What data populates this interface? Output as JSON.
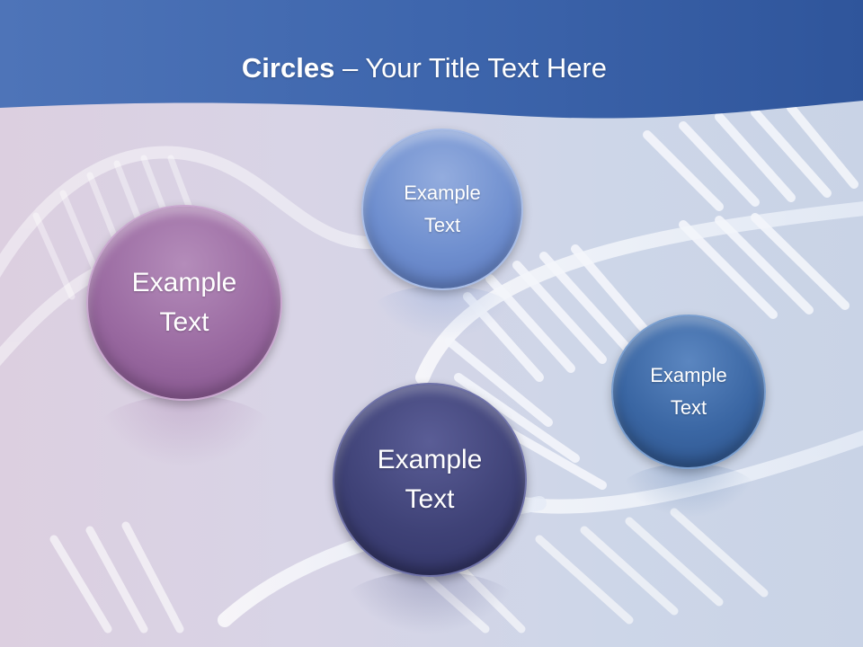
{
  "slide": {
    "title_bold": "Circles",
    "title_rest": " – Your Title Text Here"
  },
  "circles": [
    {
      "label": "Example\nText",
      "color": "#9a6aa1"
    },
    {
      "label": "Example\nText",
      "color": "#6f8fcf"
    },
    {
      "label": "Example\nText",
      "color": "#3a66a3"
    },
    {
      "label": "Example\nText",
      "color": "#3f4277"
    }
  ],
  "colors": {
    "header": "#3f65ab",
    "background": "#d6d6e8"
  }
}
